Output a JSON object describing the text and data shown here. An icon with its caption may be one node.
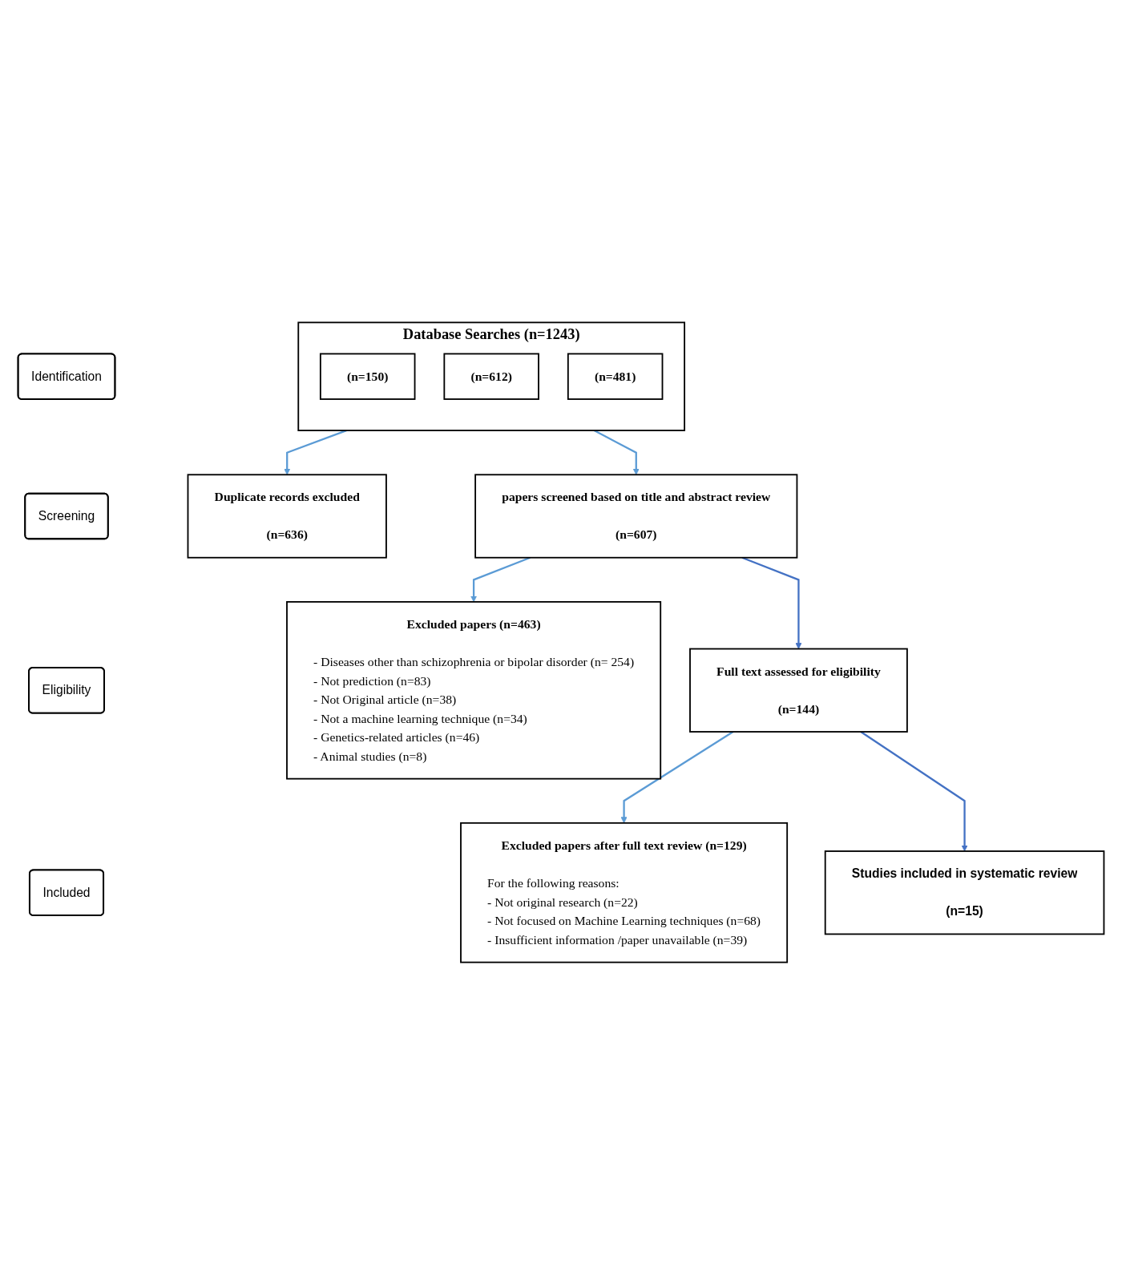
{
  "diagram": {
    "nodes": [
      {
        "text": [
          "Identification"
        ]
      },
      {
        "text": [
          "Database Searches (n=1243)"
        ]
      },
      {
        "text": [
          "(n=150)"
        ],
        "in": 1
      },
      {
        "text": [
          "(n=612)"
        ],
        "in": 1
      },
      {
        "text": [
          "(n=481)"
        ],
        "in": 1
      },
      {
        "text": [
          "Screening"
        ]
      },
      {
        "text": [
          "Duplicate records excluded",
          "(n=636)"
        ]
      },
      {
        "text": [
          "papers screened based on title and abstract review",
          "(n=607)"
        ]
      },
      {
        "text": [
          "Eligibility"
        ]
      },
      {
        "text": [
          "Excluded papers (n=463)",
          "- Diseases other than schizophrenia or bipolar disorder (n= 254)",
          "- Not prediction (n=83)",
          "- Not Original article (n=38)",
          "- Not a machine learning technique (n=34)",
          "- Genetics-related articles (n=46)",
          "- Animal studies (n=8)"
        ]
      },
      {
        "text": [
          "Full text assessed for eligibility",
          "(n=144)"
        ]
      },
      {
        "text": [
          "Included"
        ]
      },
      {
        "text": [
          "Excluded papers after full text review (n=129)",
          "For the following reasons:",
          "- Not original research (n=22)",
          "- Not focused on Machine Learning techniques (n=68)",
          "- Insufficient information /paper unavailable (n=39)"
        ]
      },
      {
        "text": [
          "Studies included in systematic review",
          "(n=15)"
        ]
      }
    ],
    "edges": [
      {
        "from": 1,
        "to": 6,
        "arrow": "to"
      },
      {
        "from": 1,
        "to": 7,
        "arrow": "to"
      },
      {
        "from": 7,
        "to": 9,
        "arrow": "to"
      },
      {
        "from": 7,
        "to": 10,
        "arrow": "to",
        "color": "#4472c4"
      },
      {
        "from": 10,
        "to": 12,
        "arrow": "to"
      },
      {
        "from": 10,
        "to": 13,
        "arrow": "to",
        "color": "#4472c4"
      }
    ]
  }
}
